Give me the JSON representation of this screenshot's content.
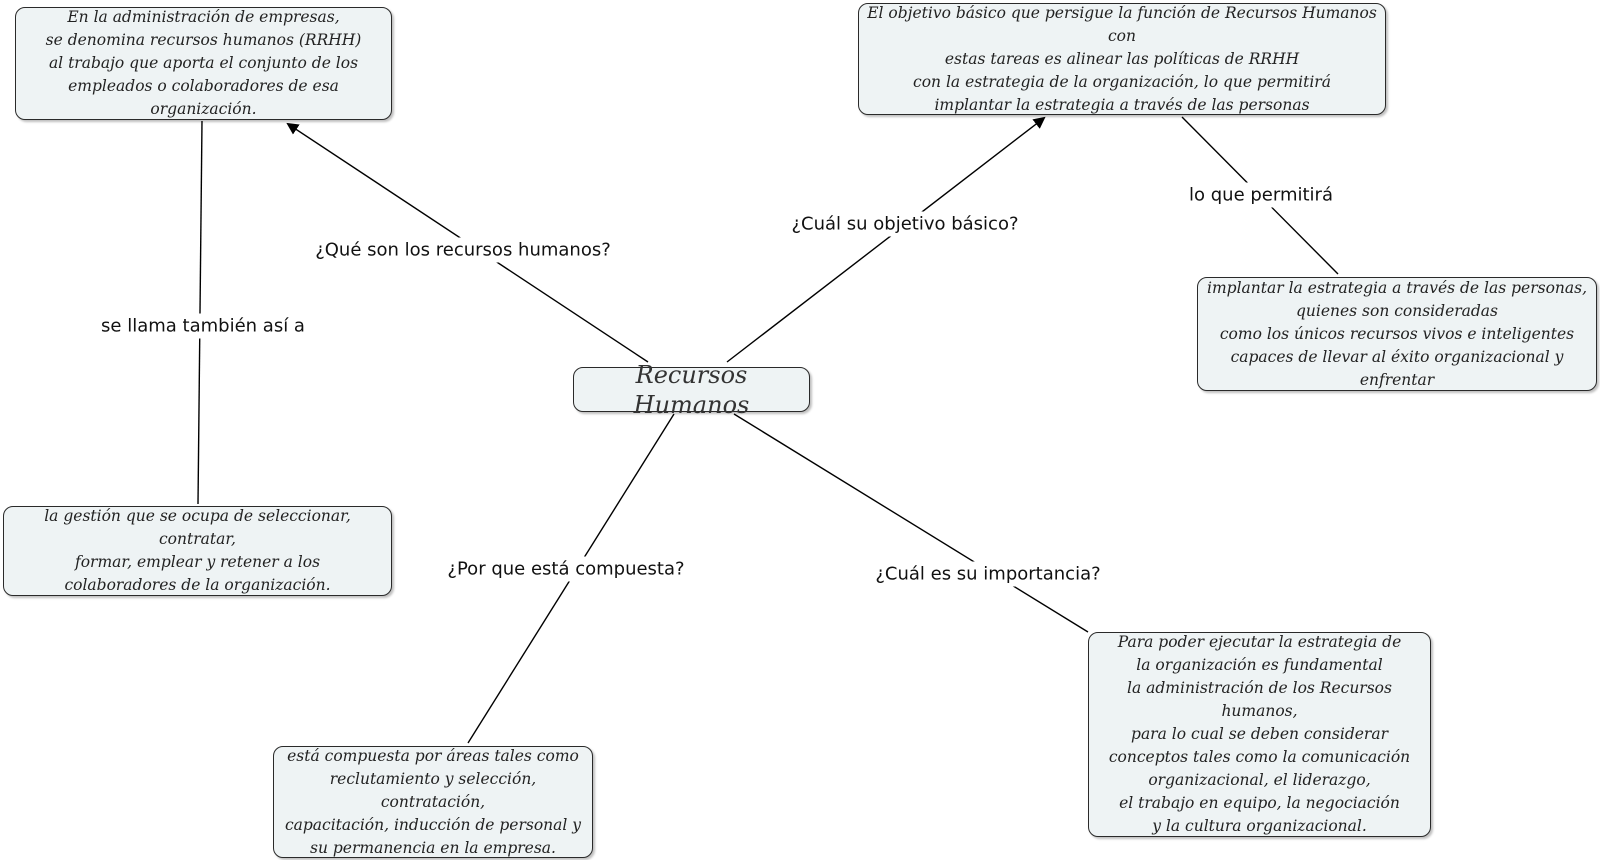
{
  "central": "Recursos Humanos",
  "nodes": {
    "definition": "En la administración de empresas,\nse denomina recursos humanos (RRHH)\nal trabajo que aporta el conjunto de los\nempleados o colaboradores de esa organización.",
    "objective": "El objetivo básico que persigue la función de Recursos Humanos con\nestas tareas es alinear las políticas de RRHH\ncon la estrategia de la organización, lo que permitirá\nimplantar la estrategia a través de las personas",
    "implant": "implantar la estrategia a través de las personas,\nquienes son consideradas\ncomo los únicos recursos vivos e inteligentes\ncapaces de llevar al éxito organizacional y enfrentar",
    "management": "la gestión que se ocupa de seleccionar, contratar,\nformar, emplear y retener a los\ncolaboradores de la organización.",
    "composition": "está compuesta por áreas tales como\nreclutamiento y selección, contratación,\ncapacitación, inducción de personal y\nsu permanencia en la empresa.",
    "importance": "Para poder ejecutar la estrategia de\nla organización es fundamental\nla administración de los Recursos humanos,\npara lo cual se deben considerar\nconceptos tales como la comunicación\norganizacional, el liderazgo,\nel trabajo en equipo, la negociación\ny la cultura organizacional."
  },
  "links": {
    "que_son": "¿Qué son los recursos humanos?",
    "objetivo": "¿Cuál su objetivo básico?",
    "permitira": "lo que permitirá",
    "se_llama": "se llama también así a",
    "compuesta": "¿Por que está compuesta?",
    "importancia": "¿Cuál es su importancia?"
  }
}
